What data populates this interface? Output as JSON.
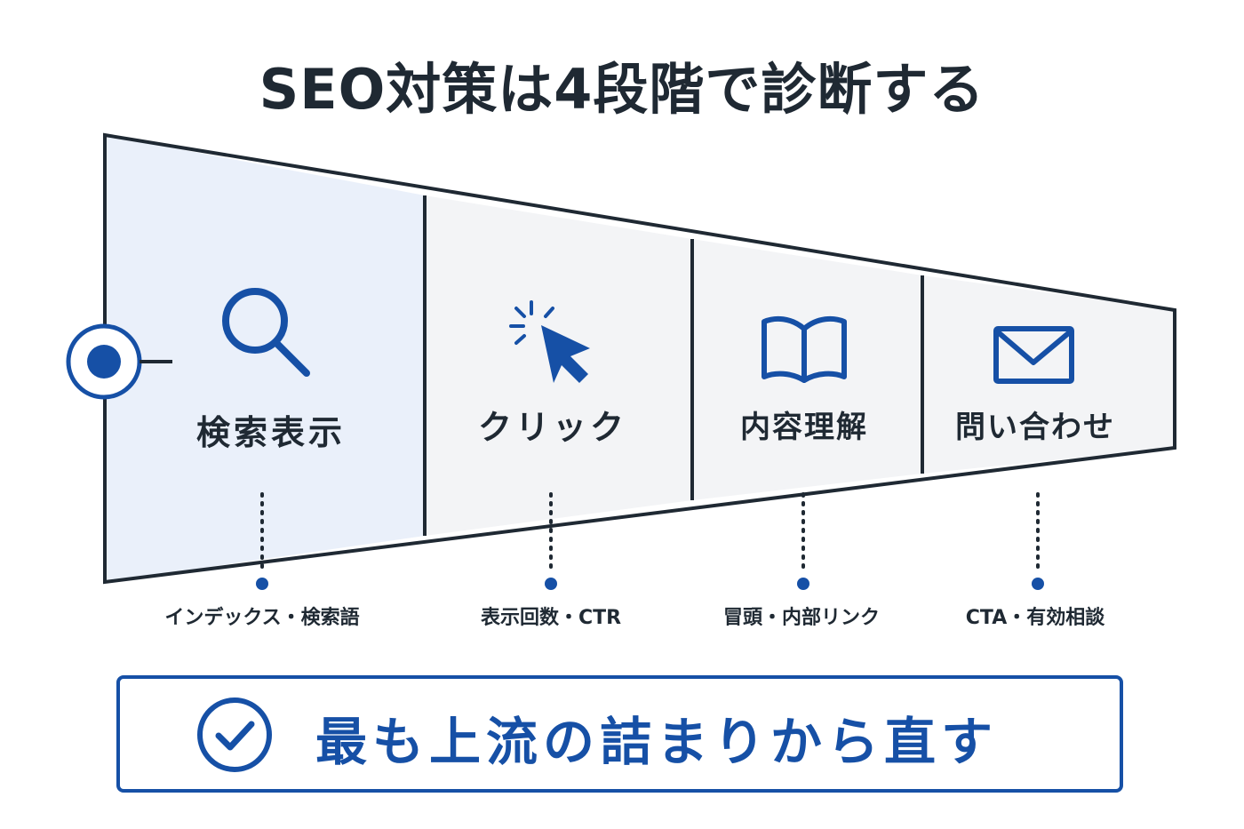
{
  "title": "SEO対策は4段階で診断する",
  "stages": [
    {
      "label": "検索表示",
      "icon": "magnifier-icon",
      "metric": "インデックス・検索語"
    },
    {
      "label": "クリック",
      "icon": "cursor-click-icon",
      "metric": "表示回数・CTR"
    },
    {
      "label": "内容理解",
      "icon": "open-book-icon",
      "metric": "冒頭・内部リンク"
    },
    {
      "label": "問い合わせ",
      "icon": "envelope-icon",
      "metric": "CTA・有効相談"
    }
  ],
  "conclusion": {
    "icon": "check-circle-icon",
    "text": "最も上流の詰まりから直す"
  },
  "colors": {
    "accent": "#1650a6",
    "outline": "#1f2933",
    "highlight_fill": "#eaf0fa",
    "stage_fill": "#f3f4f6"
  }
}
